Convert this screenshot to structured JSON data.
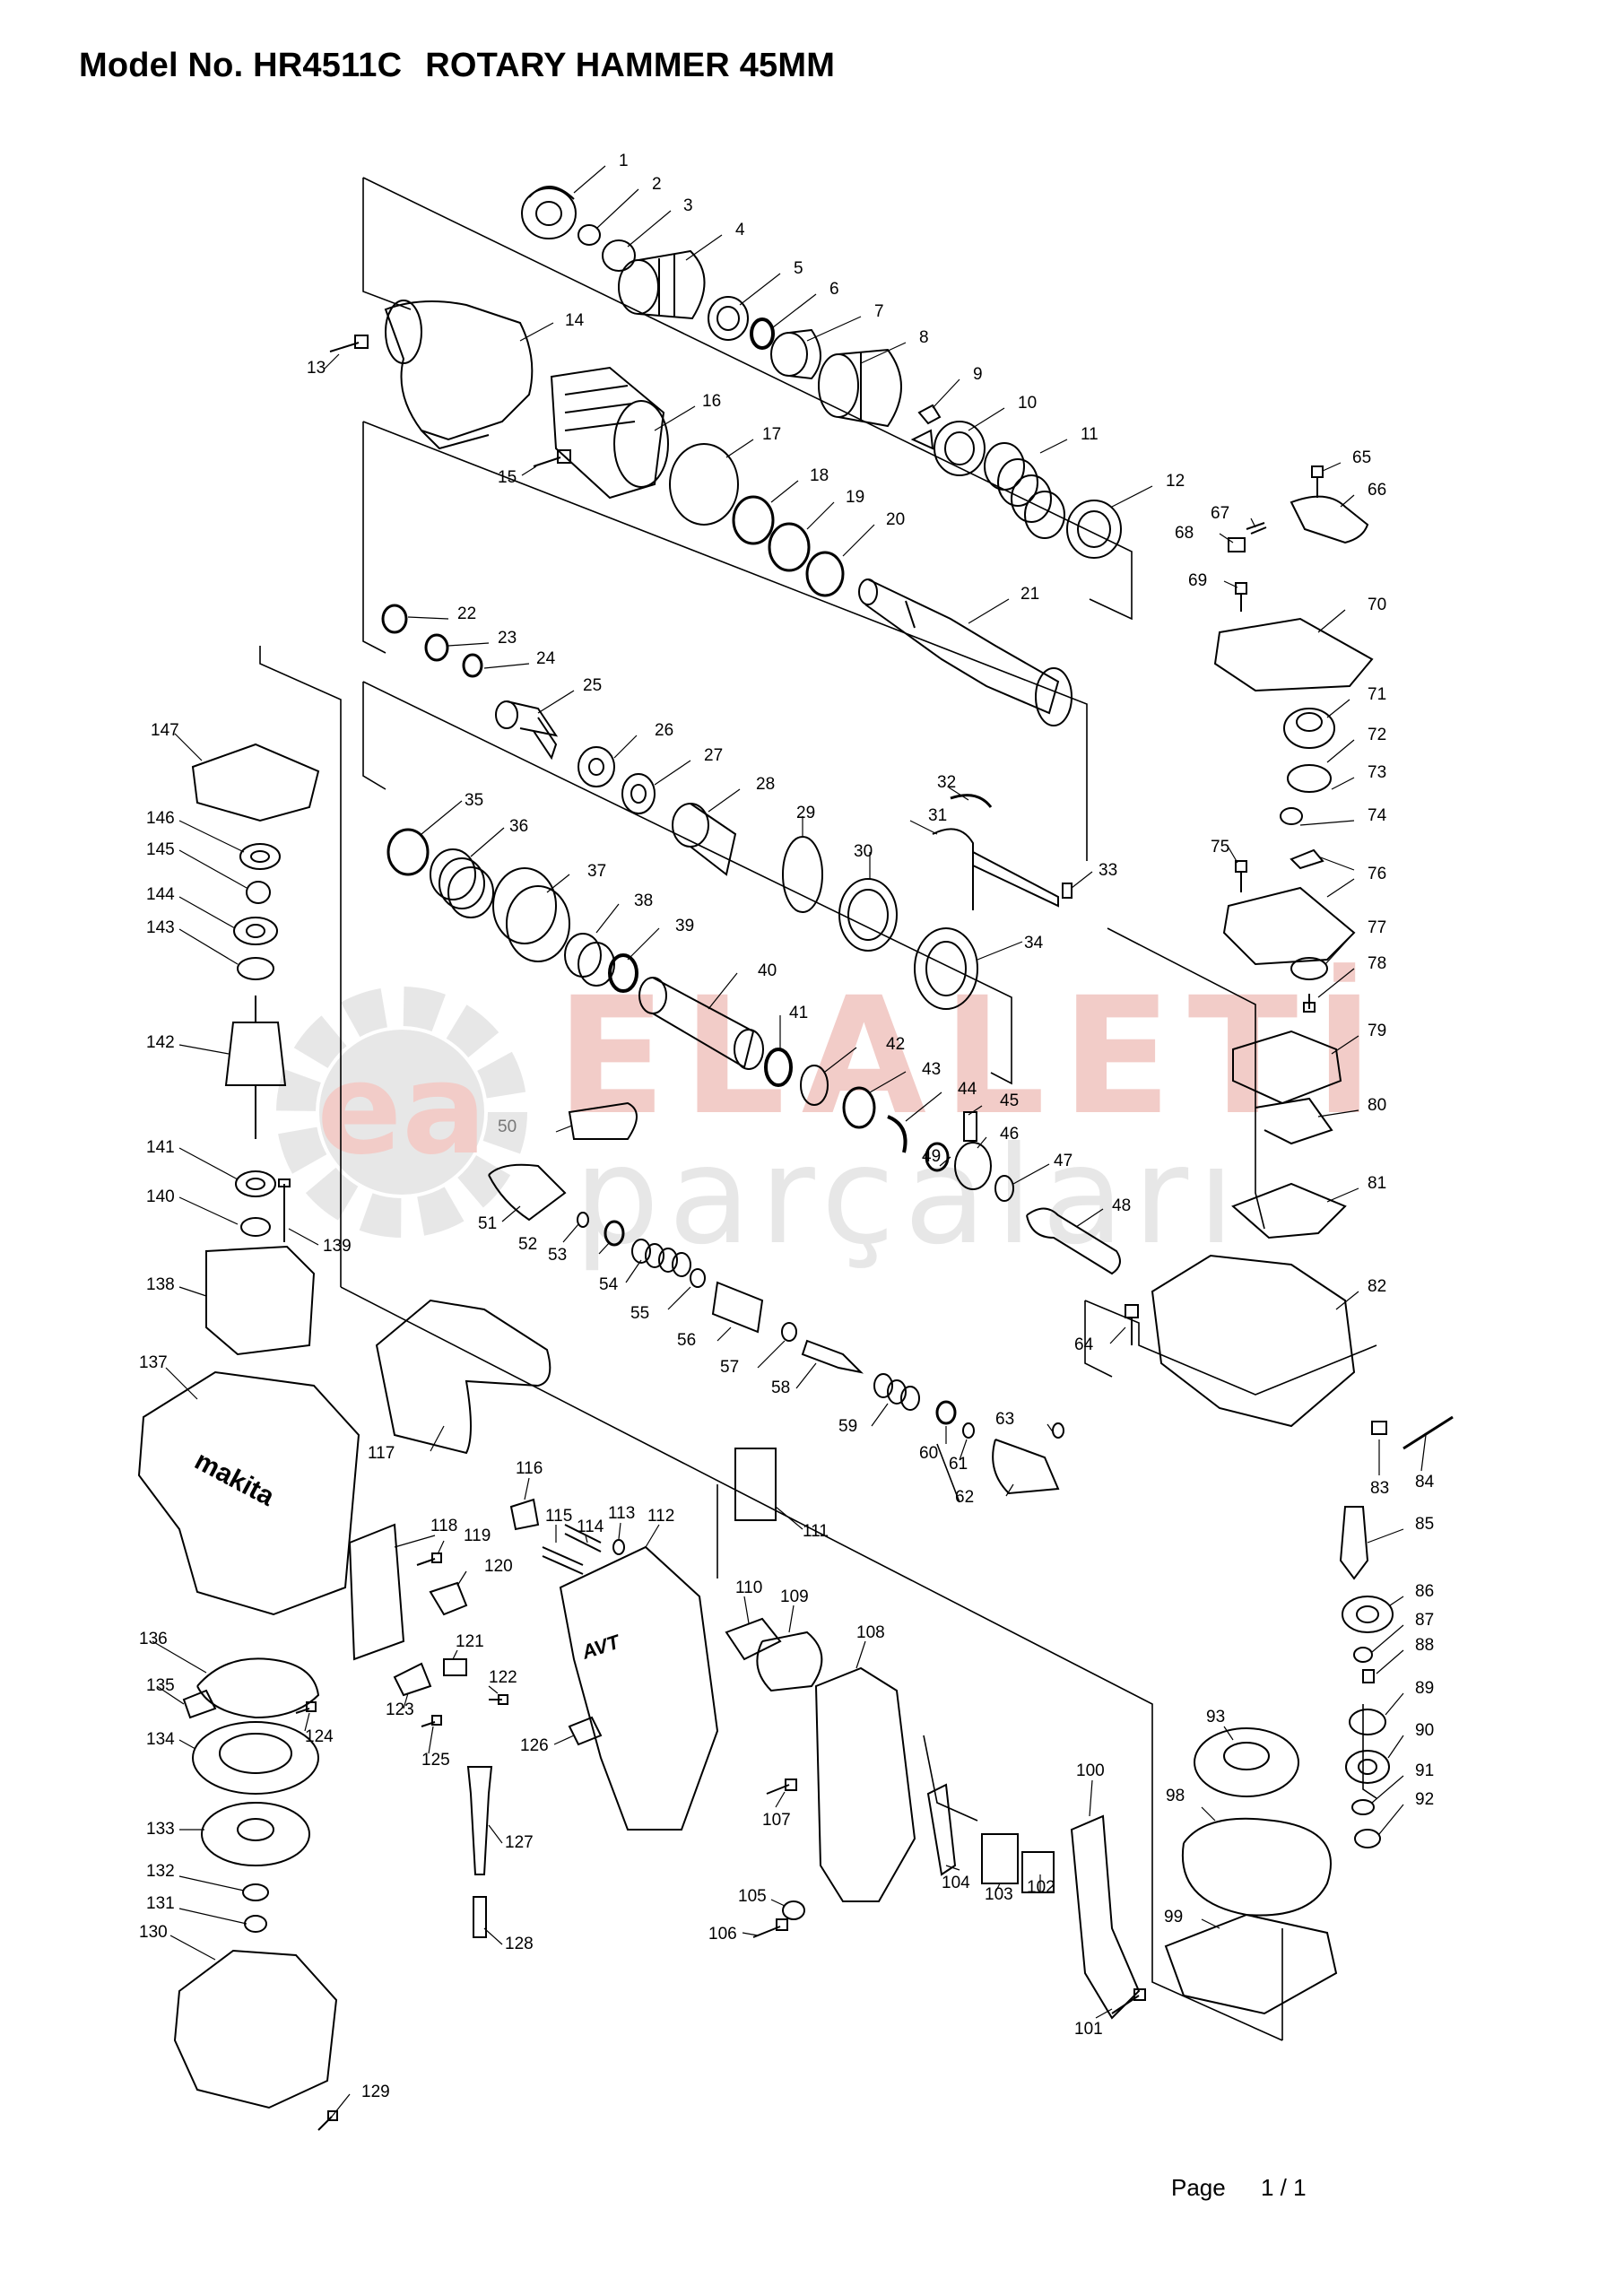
{
  "header": {
    "model_label": "Model No. HR4511C",
    "product_name": "ROTARY HAMMER 45MM"
  },
  "watermark": {
    "line1": "ELALETİ",
    "line2": "parçaları",
    "logo_letter": "ea"
  },
  "footer": {
    "page_label": "Page",
    "page_number": "1 / 1"
  },
  "brand_marks": {
    "housing_brand": "makita",
    "grip_label": "AVT"
  },
  "colors": {
    "line": "#000000",
    "watermark_red": "#e8a49c",
    "watermark_grey": "#d4d4d4"
  },
  "parts": [
    "1",
    "2",
    "3",
    "4",
    "5",
    "6",
    "7",
    "8",
    "9",
    "10",
    "11",
    "12",
    "13",
    "14",
    "15",
    "16",
    "17",
    "18",
    "19",
    "20",
    "21",
    "22",
    "23",
    "24",
    "25",
    "26",
    "27",
    "28",
    "29",
    "30",
    "31",
    "32",
    "33",
    "34",
    "35",
    "36",
    "37",
    "38",
    "39",
    "40",
    "41",
    "42",
    "43",
    "44",
    "45",
    "46",
    "47",
    "48",
    "49",
    "50",
    "51",
    "52",
    "53",
    "54",
    "55",
    "56",
    "57",
    "58",
    "59",
    "60",
    "61",
    "62",
    "63",
    "64",
    "65",
    "66",
    "67",
    "68",
    "69",
    "70",
    "71",
    "72",
    "73",
    "74",
    "75",
    "76",
    "77",
    "78",
    "79",
    "80",
    "81",
    "82",
    "83",
    "84",
    "85",
    "86",
    "87",
    "88",
    "89",
    "90",
    "91",
    "92",
    "93",
    "98",
    "99",
    "100",
    "101",
    "102",
    "103",
    "104",
    "105",
    "106",
    "107",
    "108",
    "109",
    "110",
    "111",
    "112",
    "113",
    "114",
    "115",
    "116",
    "117",
    "118",
    "119",
    "120",
    "121",
    "122",
    "123",
    "124",
    "125",
    "126",
    "127",
    "128",
    "129",
    "130",
    "131",
    "132",
    "133",
    "134",
    "135",
    "136",
    "137",
    "138",
    "139",
    "140",
    "141",
    "142",
    "143",
    "144",
    "145",
    "146",
    "147"
  ]
}
